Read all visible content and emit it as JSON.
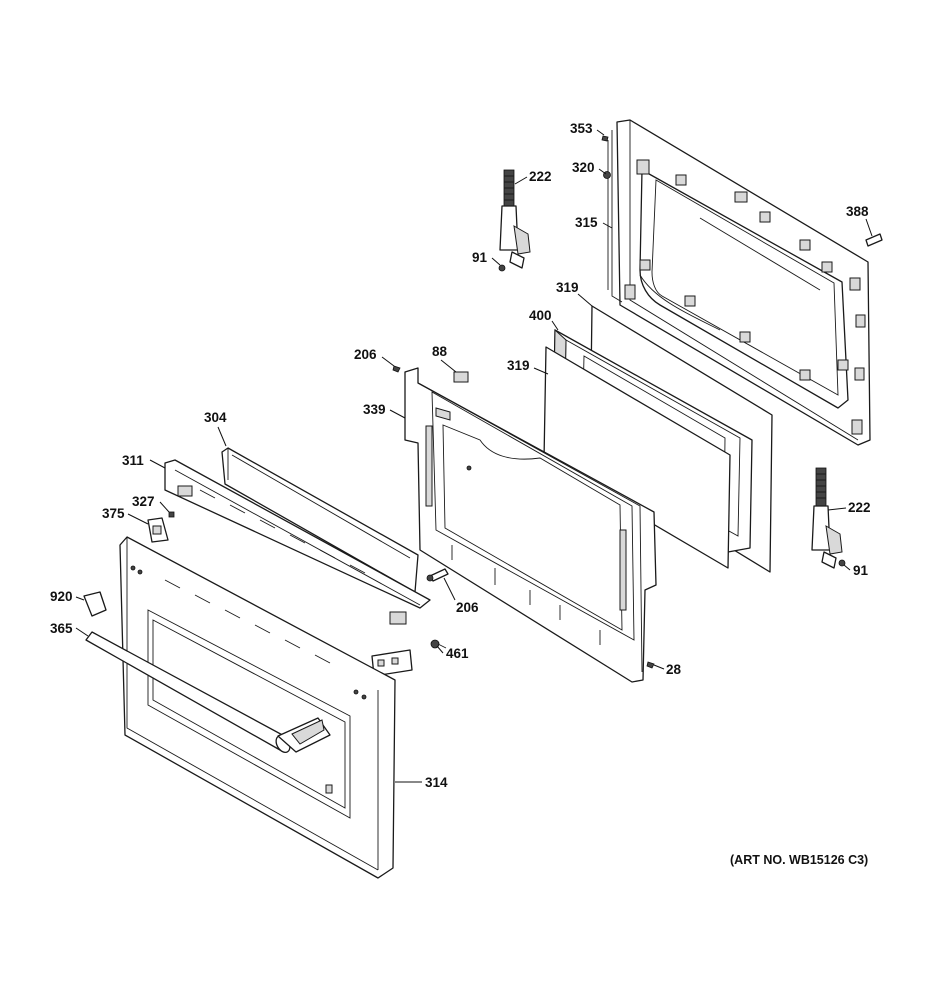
{
  "art_number": "(ART NO. WB15126 C3)",
  "labels": {
    "l353": "353",
    "l320": "320",
    "l222a": "222",
    "l315": "315",
    "l388": "388",
    "l91a": "91",
    "l319a": "319",
    "l400": "400",
    "l319b": "319",
    "l206a": "206",
    "l88": "88",
    "l339": "339",
    "l304": "304",
    "l311": "311",
    "l327": "327",
    "l375": "375",
    "l222b": "222",
    "l91b": "91",
    "l206b": "206",
    "l920": "920",
    "l365": "365",
    "l461": "461",
    "l28": "28",
    "l314": "314"
  }
}
